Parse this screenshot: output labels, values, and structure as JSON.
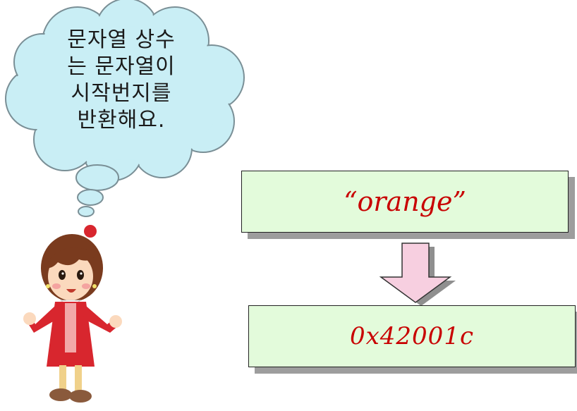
{
  "thought_bubble": {
    "lines": [
      "문자열 상수",
      "는 문자열이",
      "시작번지를",
      "반환해요."
    ],
    "fill_color": "#c9eef5",
    "stroke_color": "#7a8f96"
  },
  "character": {
    "icon": "cartoon-girl-icon",
    "dress_color": "#d8262e",
    "hair_color": "#7a3b1e"
  },
  "flow": {
    "source_label": "“orange”",
    "target_label": "0x42001c",
    "box_fill": "#e3fbdb",
    "text_color": "#c80000",
    "arrow_icon": "down-arrow-icon",
    "arrow_fill": "#f7cfe0"
  }
}
